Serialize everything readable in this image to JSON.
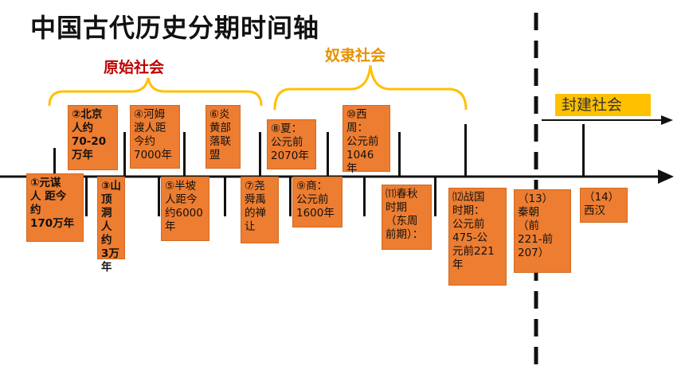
{
  "title": "中国古代历史分期时间轴",
  "eras": {
    "primitive": "原始社会",
    "slave": "奴隶社会",
    "feudal": "封建社会"
  },
  "events": [
    {
      "id": "yuanmou",
      "text": "①元谋\n人 距今\n约\n170万年"
    },
    {
      "id": "beijing",
      "text": "②北京\n人约\n70-20\n万年"
    },
    {
      "id": "shandingdong",
      "text": "③山\n顶洞\n人约\n3万\n年"
    },
    {
      "id": "hemudu",
      "text": "④河姆\n渡人距\n今约\n7000年"
    },
    {
      "id": "banpo",
      "text": "⑤半坡\n人距今\n约6000\n年"
    },
    {
      "id": "yanhuang",
      "text": "⑥炎\n黄部\n落联\n盟"
    },
    {
      "id": "yaoshunyu",
      "text": "⑦尧\n舜禹\n的禅\n让"
    },
    {
      "id": "xia",
      "text": "⑧夏：\n公元前\n2070年"
    },
    {
      "id": "shang",
      "text": "⑨商：\n公元前\n1600年"
    },
    {
      "id": "xizhou",
      "text": "⑩西周：\n公元前\n1046\n年"
    },
    {
      "id": "chunqiu",
      "text": "⑾春秋\n时期\n（东周\n前期）："
    },
    {
      "id": "zhanguo",
      "text": "⑿战国\n时期：\n公元前\n475-公\n元前221\n年"
    },
    {
      "id": "qin",
      "text": "（13）\n秦朝\n（前\n221-前\n207）"
    },
    {
      "id": "xihan",
      "text": "（14）\n西汉"
    }
  ],
  "colors": {
    "box": "#ED7D31",
    "feudal_bg": "#FFC000",
    "primitive_text": "#C00000",
    "slave_text": "#E69100",
    "brace": "#FFC000",
    "axis": "#111111"
  }
}
